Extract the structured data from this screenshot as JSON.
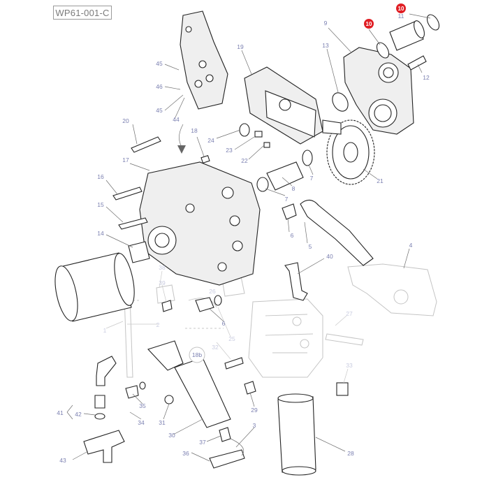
{
  "reference": "WP61-001-C",
  "highlight_color": "#e01e24",
  "callouts": [
    {
      "key": "c10a",
      "label": "10",
      "highlighted": true
    },
    {
      "key": "c10b",
      "label": "10",
      "highlighted": true
    },
    {
      "key": "c11",
      "label": "11"
    },
    {
      "key": "c9",
      "label": "9"
    },
    {
      "key": "c13",
      "label": "13"
    },
    {
      "key": "c12",
      "label": "12"
    },
    {
      "key": "c19",
      "label": "19"
    },
    {
      "key": "c45a",
      "label": "45"
    },
    {
      "key": "c46",
      "label": "46"
    },
    {
      "key": "c45b",
      "label": "45"
    },
    {
      "key": "c44",
      "label": "44"
    },
    {
      "key": "c20",
      "label": "20"
    },
    {
      "key": "c18",
      "label": "18"
    },
    {
      "key": "c24",
      "label": "24"
    },
    {
      "key": "c23",
      "label": "23"
    },
    {
      "key": "c22",
      "label": "22"
    },
    {
      "key": "c7",
      "label": "7"
    },
    {
      "key": "c21",
      "label": "21"
    },
    {
      "key": "c17",
      "label": "17"
    },
    {
      "key": "c16",
      "label": "16"
    },
    {
      "key": "c8",
      "label": "8"
    },
    {
      "key": "c15",
      "label": "15"
    },
    {
      "key": "c7b",
      "label": "7"
    },
    {
      "key": "c6",
      "label": "6"
    },
    {
      "key": "c14",
      "label": "14"
    },
    {
      "key": "c5",
      "label": "5"
    },
    {
      "key": "c4",
      "label": "4"
    },
    {
      "key": "c40",
      "label": "40"
    },
    {
      "key": "c38",
      "label": "38"
    },
    {
      "key": "c39",
      "label": "39"
    },
    {
      "key": "c1",
      "label": "1"
    },
    {
      "key": "c2",
      "label": "2"
    },
    {
      "key": "c6b",
      "label": "6"
    },
    {
      "key": "c25",
      "label": "25"
    },
    {
      "key": "c27",
      "label": "27"
    },
    {
      "key": "c26",
      "label": "26"
    },
    {
      "key": "c32",
      "label": "32"
    },
    {
      "key": "c33",
      "label": "33"
    },
    {
      "key": "c35",
      "label": "35"
    },
    {
      "key": "c41",
      "label": "41"
    },
    {
      "key": "c42",
      "label": "42"
    },
    {
      "key": "c34",
      "label": "34"
    },
    {
      "key": "c31",
      "label": "31"
    },
    {
      "key": "c29",
      "label": "29"
    },
    {
      "key": "c30",
      "label": "30"
    },
    {
      "key": "c3",
      "label": "3"
    },
    {
      "key": "c37",
      "label": "37"
    },
    {
      "key": "c43",
      "label": "43"
    },
    {
      "key": "c36",
      "label": "36"
    },
    {
      "key": "c28",
      "label": "28"
    },
    {
      "key": "c18b",
      "label": "18b"
    }
  ]
}
